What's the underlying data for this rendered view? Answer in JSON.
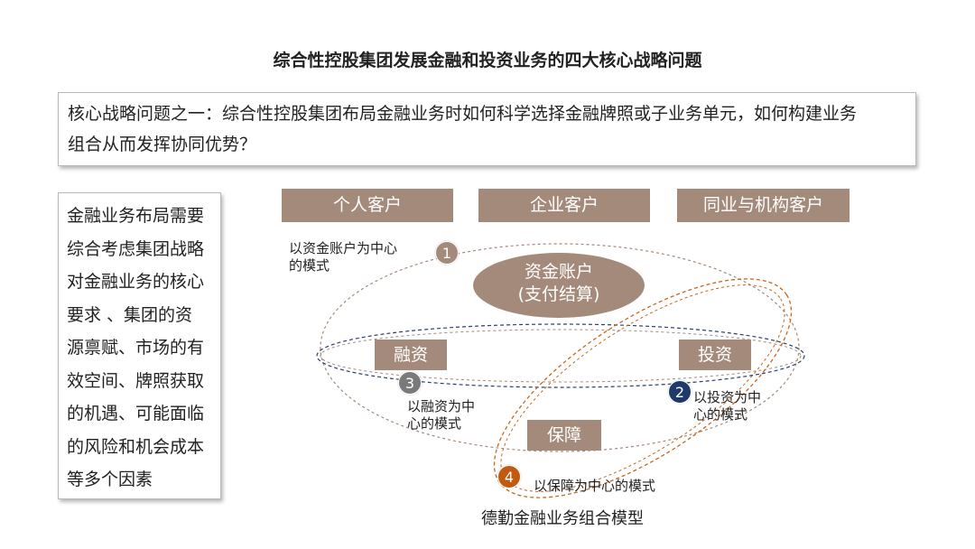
{
  "title": "综合性控股集团发展金融和投资业务的四大核心战略问题",
  "question": {
    "line1": "核心战略问题之一：综合性控股集团布局金融业务时如何科学选择金融牌照或子业务单元，如何构建业务",
    "line2": "组合从而发挥协同优势？"
  },
  "side_note": {
    "lines": [
      "金融业务布局需要",
      "综合考虑集团战略",
      "对金融业务的核心",
      "要求 、集团的资",
      "源禀赋、市场的有",
      "效空间、牌照获取",
      "的机遇、可能面临",
      "的风险和机会成本",
      "等多个因素"
    ]
  },
  "customers": {
    "personal": "个人客户",
    "enterprise": "企业客户",
    "institutional": "同业与机构客户"
  },
  "center": {
    "line1": "资金账户",
    "line2": "(支付结算)"
  },
  "boxes": {
    "financing": "融资",
    "investment": "投资",
    "protection": "保障"
  },
  "modes": {
    "m1": {
      "num": "1",
      "line1": "以资金账户为中心",
      "line2": "的模式"
    },
    "m2": {
      "num": "2",
      "line1": "以投资为中",
      "line2": "心的模式"
    },
    "m3": {
      "num": "3",
      "line1": "以融资为中",
      "line2": "心的模式"
    },
    "m4": {
      "num": "4",
      "line1": "以保障为中心的模式"
    }
  },
  "caption": "德勤金融业务组合模型",
  "colors": {
    "tag_fill": "#a48a7a",
    "mode1_circle": "#a48a7a",
    "mode2_circle": "#1f3a68",
    "mode3_circle": "#7a7a7a",
    "mode4_circle": "#c05a10",
    "orbit_gray": "#a48a7a",
    "orbit_navy": "#2a3f6e",
    "orbit_orange": "#c8661c"
  }
}
